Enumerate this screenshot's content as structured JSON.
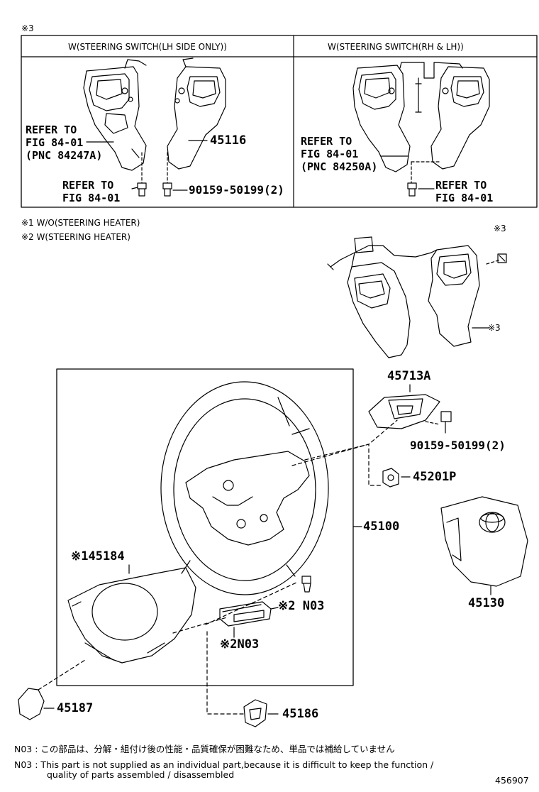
{
  "labels": {
    "mark3_top": "※3",
    "box_left_header": "W(STEERING SWITCH(LH SIDE ONLY))",
    "box_right_header": "W(STEERING SWITCH(RH & LH))",
    "refer_left_1": "REFER TO",
    "refer_left_2": "FIG 84-01",
    "refer_left_3": "(PNC 84247A)",
    "refer_left_bottom_1": "REFER TO",
    "refer_left_bottom_2": "FIG 84-01",
    "pn_45116": "45116",
    "pn_bolt_box": "90159-50199(2)",
    "refer_right_1": "REFER TO",
    "refer_right_2": "FIG 84-01",
    "refer_right_3": "(PNC 84250A)",
    "refer_right_bottom_1": "REFER TO",
    "refer_right_bottom_2": "FIG 84-01",
    "legend_1": "※1  W/O(STEERING HEATER)",
    "legend_2": "※2  W(STEERING HEATER)",
    "mark3_a": "※3",
    "mark3_b": "※3",
    "pn_45713A": "45713A",
    "pn_bolt_main": "90159-50199(2)",
    "pn_45201P": "45201P",
    "pn_45100": "45100",
    "pn_45184": "※145184",
    "pn_45130": "45130",
    "pn_N03_a": "※2 N03",
    "pn_N03_b": "※2N03",
    "pn_45187": "45187",
    "pn_45186": "45186",
    "note_jp": "N03 :  この部品は、分解・組付け後の性能・品質確保が困難なため、単品では補給していません",
    "note_en_1": "N03 :  This part is not supplied as an individual part,because it is difficult to keep the function /",
    "note_en_2": "quality of parts assembled / disassembled",
    "diagram_id": "456907"
  }
}
